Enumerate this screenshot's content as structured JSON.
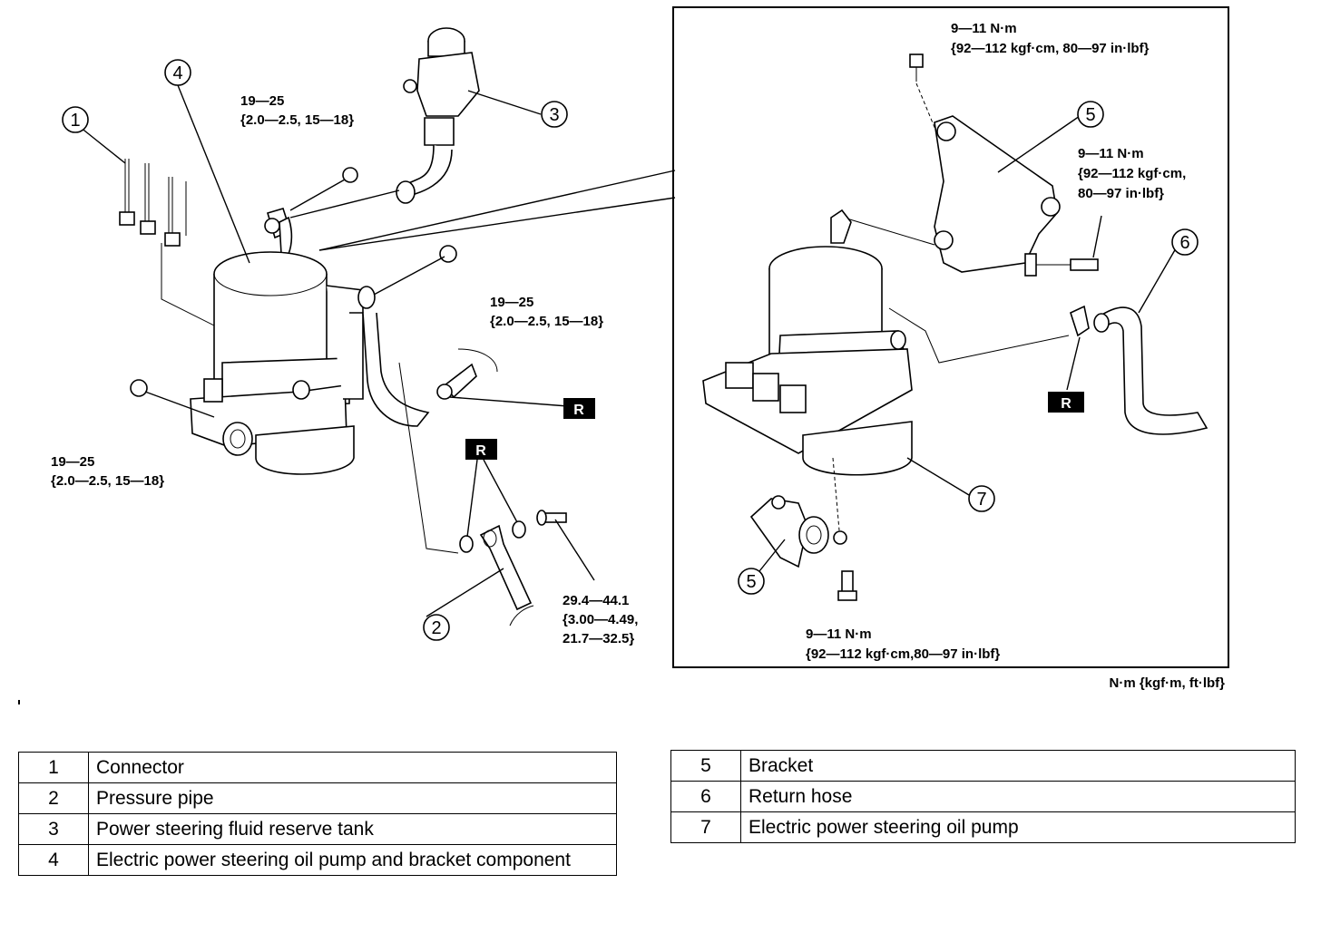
{
  "callouts": {
    "c1": "1",
    "c2": "2",
    "c3": "3",
    "c4": "4",
    "c5a": "5",
    "c5b": "5",
    "c6": "6",
    "c7": "7"
  },
  "torques": {
    "tank_nut": [
      "19—25",
      "{2.0—2.5, 15—18}"
    ],
    "right_nut": [
      "19—25",
      "{2.0—2.5, 15—18}"
    ],
    "left_bolt": [
      "19—25",
      "{2.0—2.5, 15—18}"
    ],
    "pipe_bolt": [
      "29.4—44.1",
      "{3.00—4.49,",
      "21.7—32.5}"
    ],
    "inset_top": [
      "9—11 N·m",
      "{92—112 kgf·cm, 80—97 in·lbf}"
    ],
    "inset_mid": [
      "9—11 N·m",
      "{92—112 kgf·cm,",
      "80—97 in·lbf}"
    ],
    "inset_bottom": [
      "9—11 N·m",
      "{92—112 kgf·cm,80—97 in·lbf}"
    ]
  },
  "replace_badge": "R",
  "unit_note": "N·m {kgf·m, ft·lbf}",
  "legend_left": [
    {
      "num": "1",
      "name": "Connector"
    },
    {
      "num": "2",
      "name": "Pressure pipe"
    },
    {
      "num": "3",
      "name": "Power steering fluid reserve tank"
    },
    {
      "num": "4",
      "name": "Electric power steering oil pump and bracket component"
    }
  ],
  "legend_right": [
    {
      "num": "5",
      "name": "Bracket"
    },
    {
      "num": "6",
      "name": "Return hose"
    },
    {
      "num": "7",
      "name": "Electric power steering oil pump"
    }
  ]
}
